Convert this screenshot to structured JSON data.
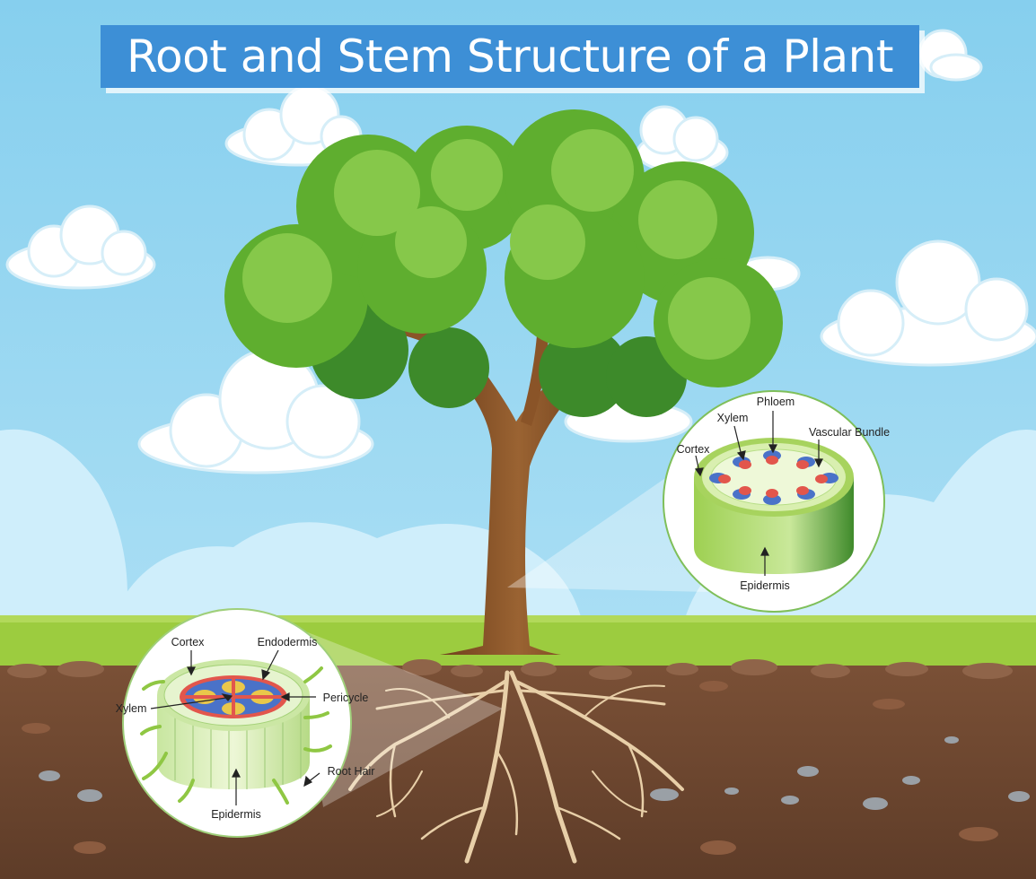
{
  "title": "Root and Stem Structure of a Plant",
  "stem_section": {
    "labels": {
      "phloem": "Phloem",
      "xylem": "Xylem",
      "vascular_bundle": "Vascular Bundle",
      "cortex": "Cortex",
      "epidermis": "Epidermis"
    }
  },
  "root_section": {
    "labels": {
      "cortex": "Cortex",
      "endodermis": "Endodermis",
      "xylem": "Xylem",
      "pericycle": "Pericycle",
      "root_hair": "Root Hair",
      "epidermis": "Epidermis"
    }
  },
  "colors": {
    "sky": "#8fd3ef",
    "title_bar": "#3d8fd6",
    "grass": "#9ccc3f",
    "soil": "#6a4530",
    "foliage": "#5fae2f",
    "trunk": "#8a5428",
    "stem_body": "#8fc743",
    "xylem": "#e2564c",
    "phloem": "#4a72c8",
    "pericycle_yellow": "#e9c74a"
  }
}
